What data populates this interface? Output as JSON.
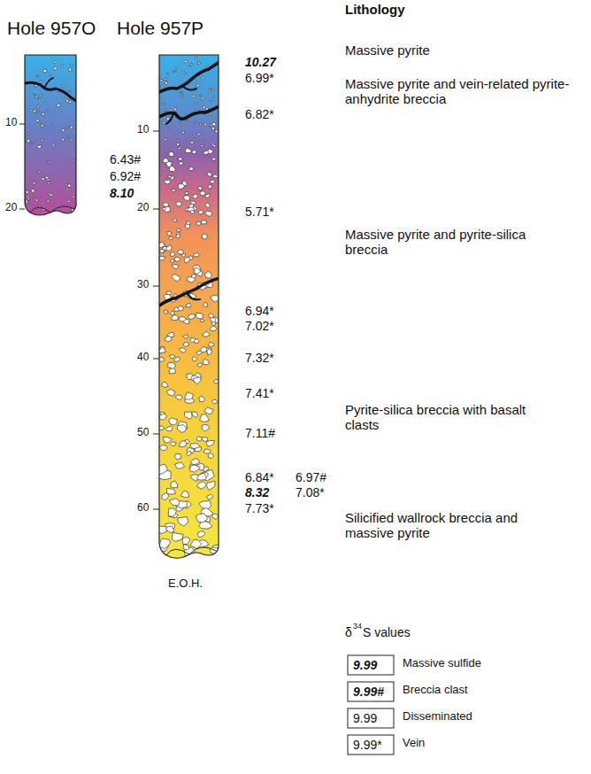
{
  "diagram": {
    "labels": [
      "Hole 957O",
      "Hole 957P",
      "Lithology",
      "Massive pyrite",
      "Massive pyrite and vein-related pyrite-anhydrite breccia",
      "Massive pyrite and pyrite-silica breccia",
      "Pyrite-silica breccia with basalt clasts",
      "Silicified wallrock breccia and massive pyrite",
      "10",
      "20",
      "10",
      "20",
      "30",
      "40",
      "50",
      "60",
      "6.43#",
      "6.92#",
      "8.10",
      "10.27",
      "6.99*",
      "6.82*",
      "5.71*",
      "6.94*",
      "7.02*",
      "7.32*",
      "7.41*",
      "7.11#",
      "6.84*",
      "6.97#",
      "8.32",
      "7.08*",
      "7.73*",
      "E.O.H.",
      "δ",
      "34",
      "S values",
      "9.99",
      "9.99#",
      "9.99",
      "9.99*"
    ],
    "legend": [
      {
        "text": "Massive sulfide"
      },
      {
        "text": "Breccia clast"
      },
      {
        "text": "Disseminated"
      },
      {
        "text": "Vein"
      }
    ]
  }
}
